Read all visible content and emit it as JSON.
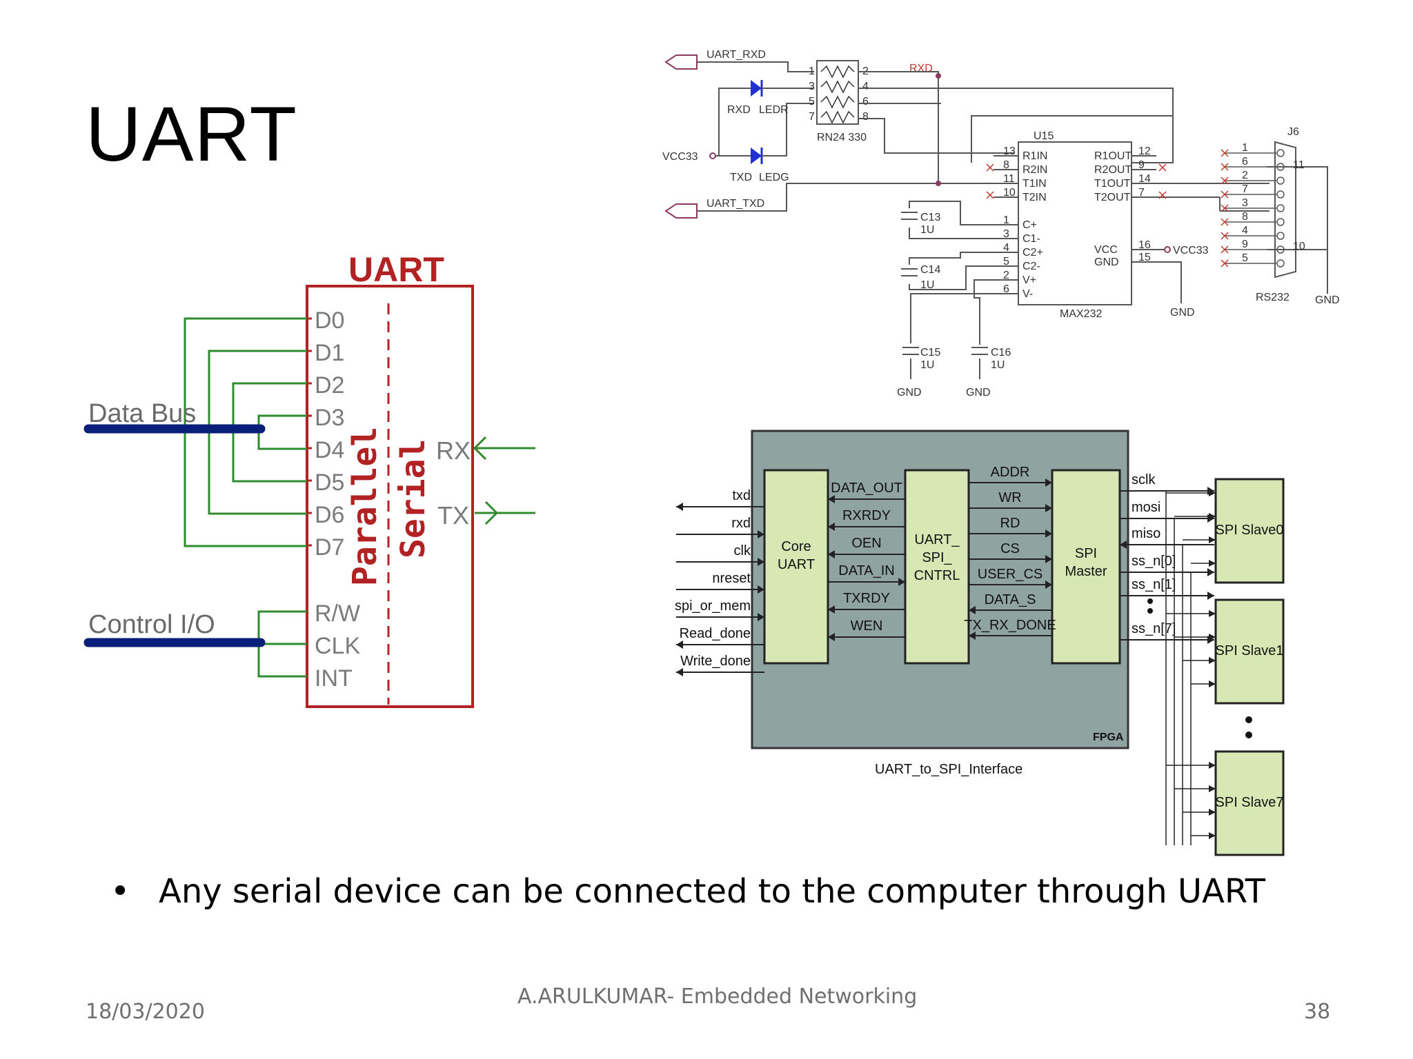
{
  "slide": {
    "title": "UART",
    "bullet": "Any serial device can be connected to the computer through UART",
    "footer_date": "18/03/2020",
    "footer_author": "A.ARULKUMAR- Embedded Networking",
    "footer_page": "38"
  },
  "uart_block": {
    "title": "UART",
    "data_pins": [
      "D0",
      "D1",
      "D2",
      "D3",
      "D4",
      "D5",
      "D6",
      "D7"
    ],
    "control_pins": [
      "R/W",
      "CLK",
      "INT"
    ],
    "parallel_label": "Parallel",
    "serial_label": "Serial",
    "rx_label": "RX",
    "tx_label": "TX",
    "data_bus_label": "Data Bus",
    "control_label": "Control I/O"
  },
  "max232_schematic": {
    "uart_rxd": "UART_RXD",
    "uart_txd": "UART_TXD",
    "rxd_net": "RXD",
    "vcc33": "VCC33",
    "led_r_labels": [
      "RXD",
      "LEDR"
    ],
    "led_g_labels": [
      "TXD",
      "LEDG"
    ],
    "rn_label": "RN24 330",
    "rn_pins_left": [
      "1",
      "3",
      "5",
      "7"
    ],
    "rn_pins_right": [
      "2",
      "4",
      "6",
      "8"
    ],
    "ic_ref": "U15",
    "ic_name": "MAX232",
    "ic_left_pins": [
      {
        "num": "13",
        "name": "R1IN"
      },
      {
        "num": "8",
        "name": "R2IN"
      },
      {
        "num": "11",
        "name": "T1IN"
      },
      {
        "num": "10",
        "name": "T2IN"
      },
      {
        "num": "1",
        "name": "C+"
      },
      {
        "num": "3",
        "name": "C1-"
      },
      {
        "num": "4",
        "name": "C2+"
      },
      {
        "num": "5",
        "name": "C2-"
      },
      {
        "num": "2",
        "name": "V+"
      },
      {
        "num": "6",
        "name": "V-"
      }
    ],
    "ic_right_pins": [
      {
        "num": "12",
        "name": "R1OUT"
      },
      {
        "num": "9",
        "name": "R2OUT"
      },
      {
        "num": "14",
        "name": "T1OUT"
      },
      {
        "num": "7",
        "name": "T2OUT"
      },
      {
        "num": "16",
        "name": "VCC"
      },
      {
        "num": "15",
        "name": "GND"
      }
    ],
    "vcc_right": "VCC33",
    "caps": [
      {
        "ref": "C13",
        "val": "1U"
      },
      {
        "ref": "C14",
        "val": "1U"
      },
      {
        "ref": "C15",
        "val": "1U"
      },
      {
        "ref": "C16",
        "val": "1U"
      }
    ],
    "gnd": "GND",
    "conn_ref": "J6",
    "conn_name": "RS232",
    "conn_pins": [
      "1",
      "6",
      "2",
      "7",
      "3",
      "8",
      "4",
      "9",
      "5"
    ],
    "conn_side_pins": [
      "11",
      "10"
    ]
  },
  "fpga_diagram": {
    "core_uart": "Core UART",
    "uart_spi_cntrl": "UART_ SPI_ CNTRL",
    "spi_master": "SPI Master",
    "fpga_label": "FPGA",
    "caption": "UART_to_SPI_Interface",
    "left_signals": [
      "txd",
      "rxd",
      "clk",
      "nreset",
      "spi_or_mem",
      "Read_done",
      "Write_done"
    ],
    "core_to_cntrl": [
      "DATA_OUT",
      "RXRDY",
      "OEN",
      "DATA_IN",
      "TXRDY",
      "WEN"
    ],
    "cntrl_to_master": [
      "ADDR",
      "WR",
      "RD",
      "CS",
      "USER_CS",
      "DATA_S",
      "TX_RX_DONE"
    ],
    "spi_signals": [
      "sclk",
      "mosi",
      "miso",
      "ss_n[0]",
      "ss_n[1]",
      "ss_n[7]"
    ],
    "slaves": [
      "SPI Slave0",
      "SPI Slave1",
      "SPI Slave7"
    ]
  },
  "colors": {
    "uart_red": "#b22222",
    "wire_green": "#2e8b2e",
    "bus_blue": "#0a1f7a",
    "fpga_bg": "#8fa3a0",
    "block_green": "#d7e8b4",
    "schematic_purple": "#8b3a62"
  }
}
